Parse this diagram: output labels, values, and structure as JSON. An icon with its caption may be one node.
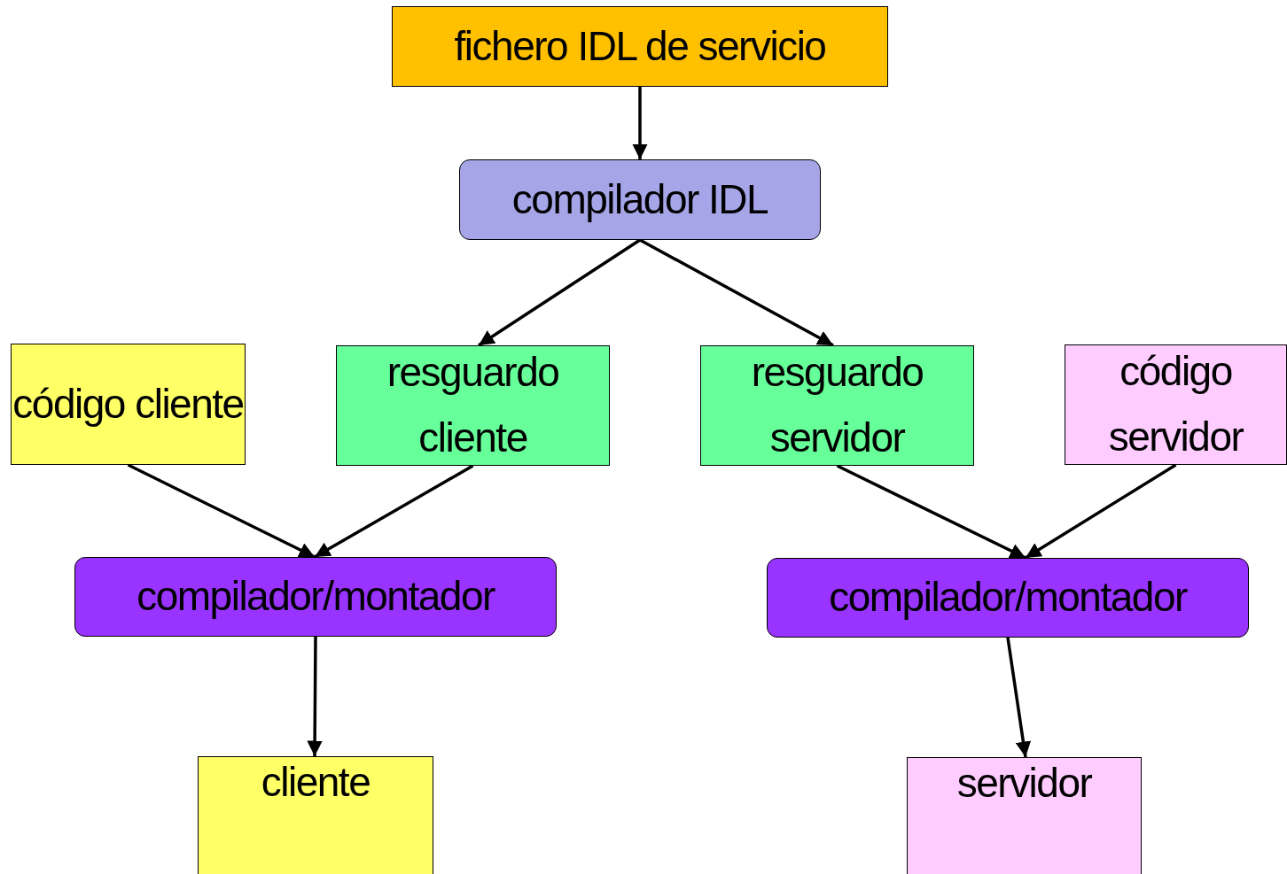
{
  "diagram": {
    "nodes": [
      {
        "text": [
          "fichero IDL de servicio"
        ]
      },
      {
        "text": [
          "compilador IDL"
        ]
      },
      {
        "text": [
          "código cliente"
        ]
      },
      {
        "text": [
          "resguardo cliente"
        ]
      },
      {
        "text": [
          "resguardo servidor"
        ]
      },
      {
        "text": [
          "código servidor"
        ]
      },
      {
        "text": [
          "compilador/montador"
        ]
      },
      {
        "text": [
          "compilador/montador"
        ]
      },
      {
        "text": [
          "cliente"
        ]
      },
      {
        "text": [
          "servidor"
        ]
      }
    ],
    "edges": [
      {
        "from": 0,
        "to": 1,
        "arrow": "to"
      },
      {
        "from": 1,
        "to": 3,
        "arrow": "to"
      },
      {
        "from": 1,
        "to": 4,
        "arrow": "to"
      },
      {
        "from": 2,
        "to": 6,
        "arrow": "to"
      },
      {
        "from": 3,
        "to": 6,
        "arrow": "to"
      },
      {
        "from": 4,
        "to": 7,
        "arrow": "to"
      },
      {
        "from": 5,
        "to": 7,
        "arrow": "to"
      },
      {
        "from": 6,
        "to": 8,
        "arrow": "to"
      },
      {
        "from": 7,
        "to": 9,
        "arrow": "to"
      }
    ]
  }
}
